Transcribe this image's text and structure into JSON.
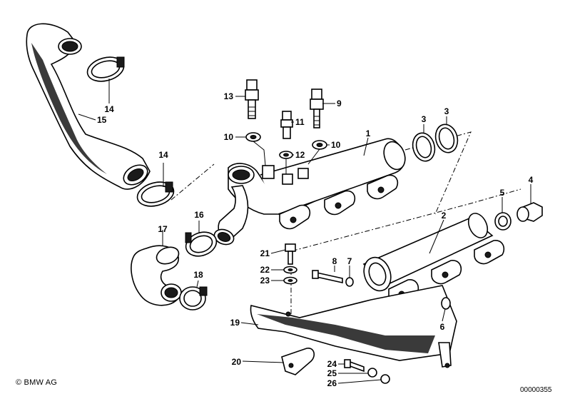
{
  "footer": {
    "copyright": "© BMW AG",
    "diagram_number": "00000355"
  },
  "callouts": [
    {
      "id": "c1",
      "label": "1"
    },
    {
      "id": "c2",
      "label": "2"
    },
    {
      "id": "c3a",
      "label": "3"
    },
    {
      "id": "c3b",
      "label": "3"
    },
    {
      "id": "c4",
      "label": "4"
    },
    {
      "id": "c5",
      "label": "5"
    },
    {
      "id": "c6",
      "label": "6"
    },
    {
      "id": "c7",
      "label": "7"
    },
    {
      "id": "c8",
      "label": "8"
    },
    {
      "id": "c9",
      "label": "9"
    },
    {
      "id": "c10a",
      "label": "10"
    },
    {
      "id": "c10b",
      "label": "10"
    },
    {
      "id": "c11",
      "label": "11"
    },
    {
      "id": "c12",
      "label": "12"
    },
    {
      "id": "c13",
      "label": "13"
    },
    {
      "id": "c14a",
      "label": "14"
    },
    {
      "id": "c14b",
      "label": "14"
    },
    {
      "id": "c15",
      "label": "15"
    },
    {
      "id": "c16",
      "label": "16"
    },
    {
      "id": "c17",
      "label": "17"
    },
    {
      "id": "c18",
      "label": "18"
    },
    {
      "id": "c19",
      "label": "19"
    },
    {
      "id": "c20",
      "label": "20"
    },
    {
      "id": "c21",
      "label": "21"
    },
    {
      "id": "c22",
      "label": "22"
    },
    {
      "id": "c23",
      "label": "23"
    },
    {
      "id": "c24",
      "label": "24"
    },
    {
      "id": "c25",
      "label": "25"
    },
    {
      "id": "c26",
      "label": "26"
    }
  ]
}
